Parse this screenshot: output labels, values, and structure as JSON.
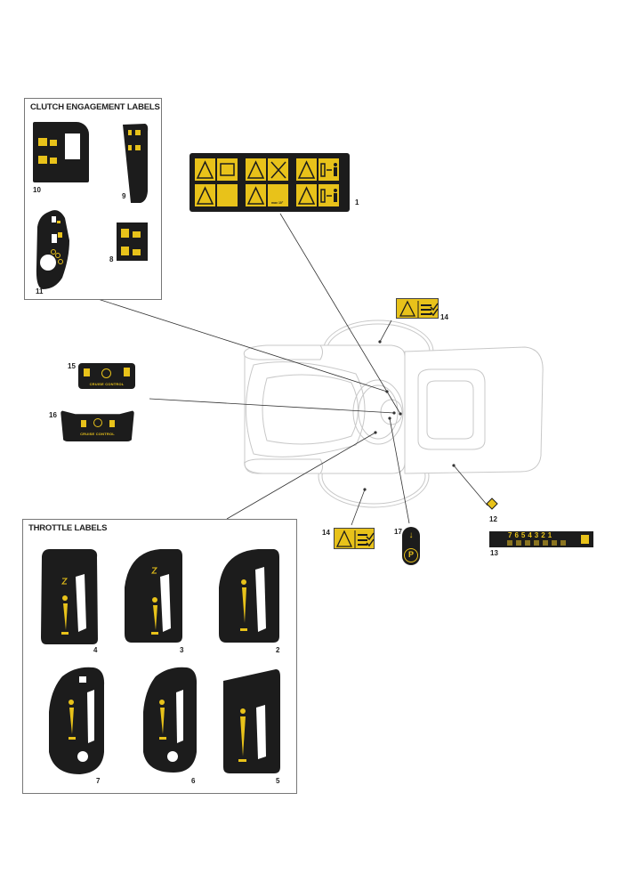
{
  "clutch_section": {
    "title": "CLUTCH ENGAGEMENT LABELS",
    "parts": [
      {
        "number": "10"
      },
      {
        "number": "9"
      },
      {
        "number": "11"
      },
      {
        "number": "8"
      }
    ]
  },
  "throttle_section": {
    "title": "THROTTLE LABELS",
    "parts": [
      {
        "number": "4"
      },
      {
        "number": "3"
      },
      {
        "number": "2"
      },
      {
        "number": "7"
      },
      {
        "number": "6"
      },
      {
        "number": "5"
      }
    ]
  },
  "warning_label": {
    "number": "1",
    "slope_text": "max 10°"
  },
  "labels": {
    "l14_top": "14",
    "l14_bottom": "14",
    "l15": "15",
    "l16": "16",
    "l17": "17",
    "l12": "12",
    "l13": "13"
  },
  "cruise_text": "CRUISE CONTROL",
  "gear_digits": "7654321",
  "colors": {
    "label_yellow": "#e8c21a",
    "label_black": "#1c1c1c",
    "outline_gray": "#c8c8c8"
  }
}
